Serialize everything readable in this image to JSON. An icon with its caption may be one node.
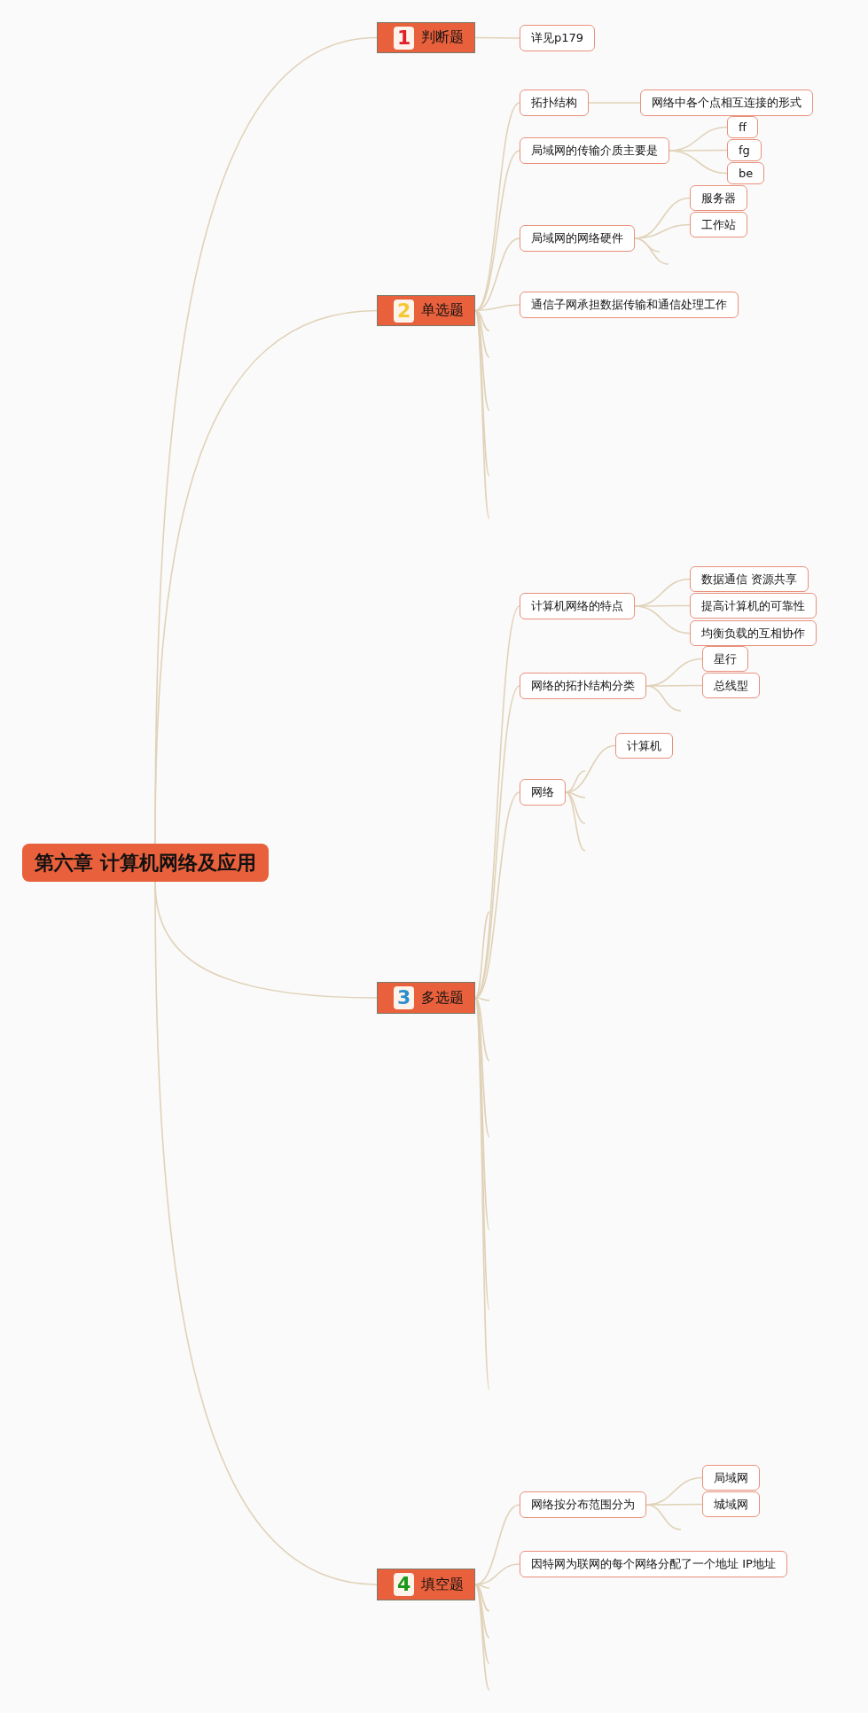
{
  "diagram": {
    "nodes": [
      {
        "text": [
          "第六章 计算机网络及应用"
        ]
      },
      {
        "text": [
          "1",
          "判断题"
        ]
      },
      {
        "text": [
          "详见p179"
        ]
      },
      {
        "text": [
          "2",
          "单选题"
        ]
      },
      {
        "text": [
          "拓扑结构"
        ]
      },
      {
        "text": [
          "网络中各个点相互连接的形式"
        ]
      },
      {
        "text": [
          "局域网的传输介质主要是"
        ]
      },
      {
        "text": [
          "ff"
        ]
      },
      {
        "text": [
          "fg"
        ]
      },
      {
        "text": [
          "be"
        ]
      },
      {
        "text": [
          "局域网的网络硬件"
        ]
      },
      {
        "text": [
          "服务器"
        ]
      },
      {
        "text": [
          "工作站"
        ]
      },
      {
        "text": [
          "通信子网承担数据传输和通信处理工作"
        ]
      },
      {
        "text": [
          "3",
          "多选题"
        ]
      },
      {
        "text": [
          "计算机网络的特点"
        ]
      },
      {
        "text": [
          "数据通信 资源共享"
        ]
      },
      {
        "text": [
          "提高计算机的可靠性"
        ]
      },
      {
        "text": [
          "均衡负载的互相协作"
        ]
      },
      {
        "text": [
          "网络的拓扑结构分类"
        ]
      },
      {
        "text": [
          "星行"
        ]
      },
      {
        "text": [
          "总线型"
        ]
      },
      {
        "text": [
          "网络"
        ]
      },
      {
        "text": [
          "计算机"
        ]
      },
      {
        "text": [
          "4",
          "填空题"
        ]
      },
      {
        "text": [
          "网络按分布范围分为"
        ]
      },
      {
        "text": [
          "局域网"
        ]
      },
      {
        "text": [
          "城域网"
        ]
      },
      {
        "text": [
          "因特网为联网的每个网络分配了一个地址 IP地址"
        ]
      }
    ],
    "edges": [
      {
        "from": 0,
        "to": 1,
        "arrow": "none"
      },
      {
        "from": 1,
        "to": 2,
        "arrow": "none"
      },
      {
        "from": 0,
        "to": 3,
        "arrow": "none"
      },
      {
        "from": 3,
        "to": 4,
        "arrow": "none"
      },
      {
        "from": 4,
        "to": 5,
        "arrow": "none"
      },
      {
        "from": 3,
        "to": 6,
        "arrow": "none"
      },
      {
        "from": 6,
        "to": 7,
        "arrow": "none"
      },
      {
        "from": 6,
        "to": 8,
        "arrow": "none"
      },
      {
        "from": 6,
        "to": 9,
        "arrow": "none"
      },
      {
        "from": 3,
        "to": 10,
        "arrow": "none"
      },
      {
        "from": 10,
        "to": 11,
        "arrow": "none"
      },
      {
        "from": 10,
        "to": 12,
        "arrow": "none"
      },
      {
        "from": 10,
        "to": null,
        "arrow": "none"
      },
      {
        "from": 10,
        "to": null,
        "arrow": "none"
      },
      {
        "from": 3,
        "to": 13,
        "arrow": "none"
      },
      {
        "from": 3,
        "to": null,
        "arrow": "none"
      },
      {
        "from": 3,
        "to": null,
        "arrow": "none"
      },
      {
        "from": 3,
        "to": null,
        "arrow": "none"
      },
      {
        "from": 3,
        "to": null,
        "arrow": "none"
      },
      {
        "from": 3,
        "to": null,
        "arrow": "none"
      },
      {
        "from": 0,
        "to": 14,
        "arrow": "none"
      },
      {
        "from": 14,
        "to": 15,
        "arrow": "none"
      },
      {
        "from": 15,
        "to": 16,
        "arrow": "none"
      },
      {
        "from": 15,
        "to": 17,
        "arrow": "none"
      },
      {
        "from": 15,
        "to": 18,
        "arrow": "none"
      },
      {
        "from": 14,
        "to": 19,
        "arrow": "none"
      },
      {
        "from": 19,
        "to": 20,
        "arrow": "none"
      },
      {
        "from": 19,
        "to": 21,
        "arrow": "none"
      },
      {
        "from": 19,
        "to": null,
        "arrow": "none"
      },
      {
        "from": 14,
        "to": 22,
        "arrow": "none"
      },
      {
        "from": 22,
        "to": 23,
        "arrow": "none"
      },
      {
        "from": 22,
        "to": null,
        "arrow": "none"
      },
      {
        "from": 22,
        "to": null,
        "arrow": "none"
      },
      {
        "from": 22,
        "to": null,
        "arrow": "none"
      },
      {
        "from": 22,
        "to": null,
        "arrow": "none"
      },
      {
        "from": 14,
        "to": null,
        "arrow": "none"
      },
      {
        "from": 14,
        "to": null,
        "arrow": "none"
      },
      {
        "from": 14,
        "to": null,
        "arrow": "none"
      },
      {
        "from": 14,
        "to": null,
        "arrow": "none"
      },
      {
        "from": 14,
        "to": null,
        "arrow": "none"
      },
      {
        "from": 14,
        "to": null,
        "arrow": "none"
      },
      {
        "from": 14,
        "to": null,
        "arrow": "none"
      },
      {
        "from": 0,
        "to": 24,
        "arrow": "none"
      },
      {
        "from": 24,
        "to": 25,
        "arrow": "none"
      },
      {
        "from": 25,
        "to": 26,
        "arrow": "none"
      },
      {
        "from": 25,
        "to": 27,
        "arrow": "none"
      },
      {
        "from": 25,
        "to": null,
        "arrow": "none"
      },
      {
        "from": 24,
        "to": 28,
        "arrow": "none"
      },
      {
        "from": 24,
        "to": null,
        "arrow": "none"
      },
      {
        "from": 24,
        "to": null,
        "arrow": "none"
      },
      {
        "from": 24,
        "to": null,
        "arrow": "none"
      },
      {
        "from": 24,
        "to": null,
        "arrow": "none"
      },
      {
        "from": 24,
        "to": null,
        "arrow": "none"
      }
    ]
  }
}
